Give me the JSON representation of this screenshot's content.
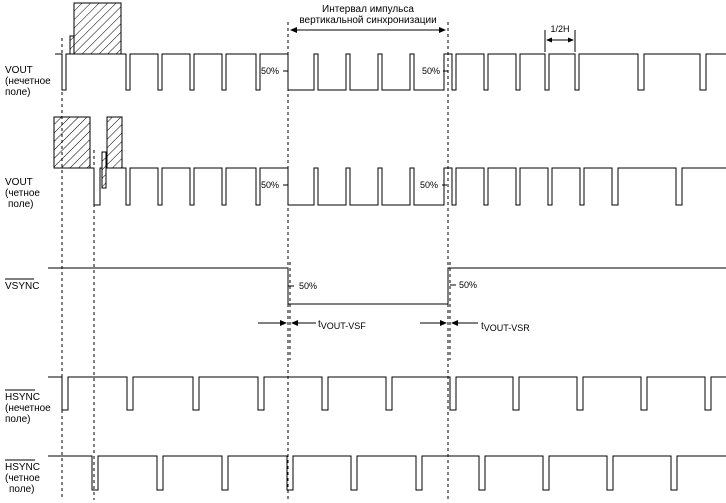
{
  "labels": {
    "vout_odd": [
      "VOUT",
      "(нечетное",
      "поле)"
    ],
    "vout_even": [
      "VOUT",
      "(четное",
      "поле)"
    ],
    "vsync": "VSYNC",
    "hsync_odd": [
      "HSYNC",
      "(нечетное",
      "поле)"
    ],
    "hsync_even": [
      "HSYNC",
      "(четное",
      "поле)"
    ],
    "interval": [
      "Интервал импульса",
      "вертикальной синхронизации"
    ],
    "half_line": "1/2H",
    "fifty": "50%",
    "t_vsf_main": "t",
    "t_vsf_sub": "VOUT-VSF",
    "t_vsr_main": "t",
    "t_vsr_sub": "VOUT-VSR"
  },
  "colors": {
    "line": "#000000",
    "background": "#ffffff"
  }
}
